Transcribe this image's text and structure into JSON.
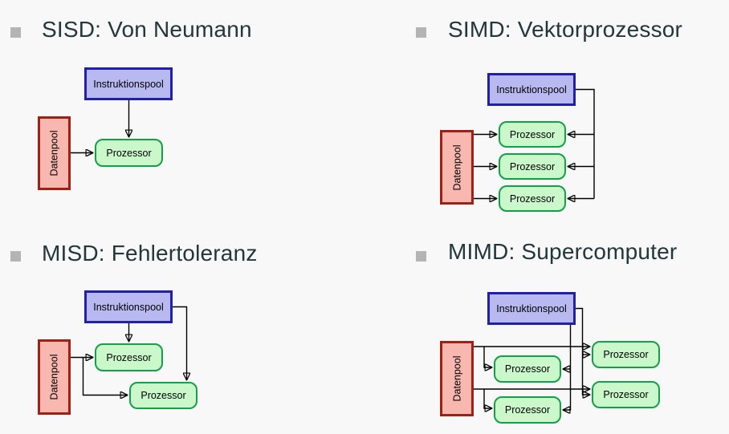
{
  "slide_type": "flynn-taxonomy-diagrams",
  "colors": {
    "background": "#f8f8f8",
    "heading_text": "#23373b",
    "bullet": "#b4b4b4",
    "instruction_fill": "#b9b9f2",
    "instruction_border": "#2020ae",
    "data_fill": "#f8b7af",
    "data_border": "#a02014",
    "processor_fill": "#caf8ca",
    "processor_border": "#14a047",
    "arrow": "#000000"
  },
  "panels": [
    {
      "key": "sisd",
      "title": "SISD: Von Neumann",
      "instruction_pool": "Instruktionspool",
      "data_pool": "Datenpool",
      "processors": [
        "Prozessor"
      ]
    },
    {
      "key": "simd",
      "title": "SIMD: Vektorprozessor",
      "instruction_pool": "Instruktionspool",
      "data_pool": "Datenpool",
      "processors": [
        "Prozessor",
        "Prozessor",
        "Prozessor"
      ]
    },
    {
      "key": "misd",
      "title": "MISD: Fehlertoleranz",
      "instruction_pool": "Instruktionspool",
      "data_pool": "Datenpool",
      "processors": [
        "Prozessor",
        "Prozessor"
      ]
    },
    {
      "key": "mimd",
      "title": "MIMD: Supercomputer",
      "instruction_pool": "Instruktionspool",
      "data_pool": "Datenpool",
      "processors": [
        "Prozessor",
        "Prozessor",
        "Prozessor",
        "Prozessor"
      ]
    }
  ]
}
